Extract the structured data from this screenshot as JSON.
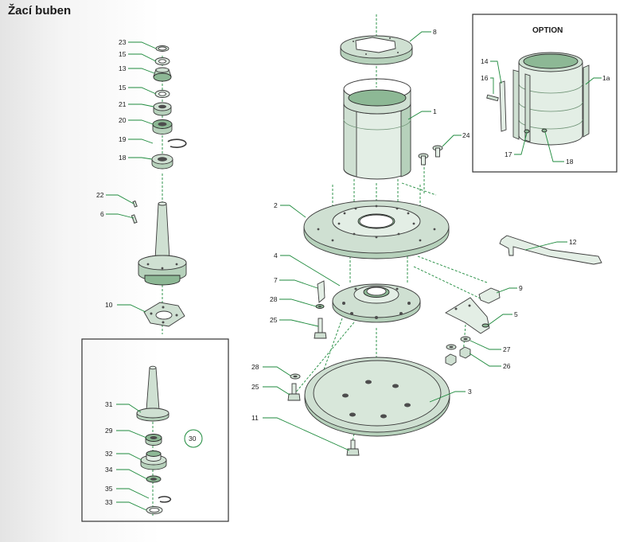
{
  "title": "Žací buben",
  "option_label": "OPTION",
  "accent_color": "#1d8a3c",
  "part_fill_color": "#cfe0d2",
  "callouts": {
    "c23": "23",
    "c15a": "15",
    "c13": "13",
    "c15b": "15",
    "c21": "21",
    "c20": "20",
    "c19": "19",
    "c18": "18",
    "c22": "22",
    "c6": "6",
    "c10": "10",
    "c31": "31",
    "c29": "29",
    "c30": "30",
    "c32": "32",
    "c34": "34",
    "c35": "35",
    "c33": "33",
    "c8": "8",
    "c1": "1",
    "c24": "24",
    "c2": "2",
    "c4": "4",
    "c7": "7",
    "c28a": "28",
    "c25a": "25",
    "c12": "12",
    "c9": "9",
    "c5": "5",
    "c27": "27",
    "c26": "26",
    "c28b": "28",
    "c25b": "25",
    "c3": "3",
    "c11": "11",
    "c14": "14",
    "c16": "16",
    "c1a": "1a",
    "c17": "17",
    "c18b": "18"
  }
}
